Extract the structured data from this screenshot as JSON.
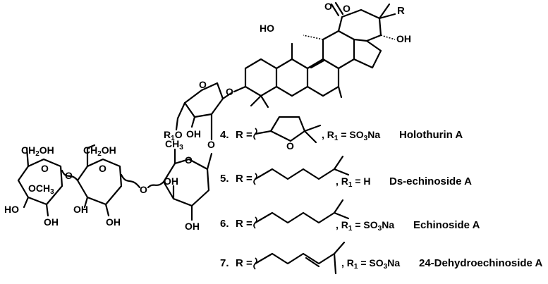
{
  "atoms": {
    "HO_top": "HO",
    "O_lactone1": "O",
    "O_lactone2": "O",
    "R_top": "R",
    "OH_top": "OH",
    "O_glyc1": "O",
    "O_xyl_ring": "O",
    "OH_xyl": "OH",
    "R1O": "R",
    "R1O_sub": "1",
    "R1O_O": "O",
    "O_qui_link": "O",
    "CH3_qui": "CH",
    "CH3_qui_sub": "3",
    "O_qui_ring": "O",
    "OH_qui1": "OH",
    "OH_qui2": "OH",
    "O_bridge": "O",
    "CH2OH_glc": "CH",
    "CH2OH_glc_sub": "2",
    "CH2OH_glc_end": "OH",
    "O_glc_ring": "O",
    "OH_glc1": "OH",
    "OH_glc2": "OH",
    "O_glc_link": "O",
    "CH2OH_mglc": "CH",
    "CH2OH_mglc_sub": "2",
    "CH2OH_mglc_end": "OH",
    "O_mglc_ring": "O",
    "OCH3": "OCH",
    "OCH3_sub": "3",
    "HO_mglc": "HO",
    "OH_mglc": "OH",
    "O_thf": "O"
  },
  "compounds": [
    {
      "number": "4.",
      "r_eq": "R =",
      "r1": ", R",
      "r1_sub": "1",
      "r1_eq": " = SO",
      "so_sub": "3",
      "na": "Na",
      "name": "Holothurin A"
    },
    {
      "number": "5.",
      "r_eq": "R =",
      "r1": ", R",
      "r1_sub": "1",
      "r1_eq": " = H",
      "name": "Ds-echinoside A"
    },
    {
      "number": "6.",
      "r_eq": "R =",
      "r1": ", R",
      "r1_sub": "1",
      "r1_eq": " = SO",
      "so_sub": "3",
      "na": "Na",
      "name": "Echinoside A"
    },
    {
      "number": "7.",
      "r_eq": "R =",
      "r1": ", R",
      "r1_sub": "1",
      "r1_eq": " = SO",
      "so_sub": "3",
      "na": "Na",
      "name": "24-Dehydroechinoside A"
    }
  ]
}
